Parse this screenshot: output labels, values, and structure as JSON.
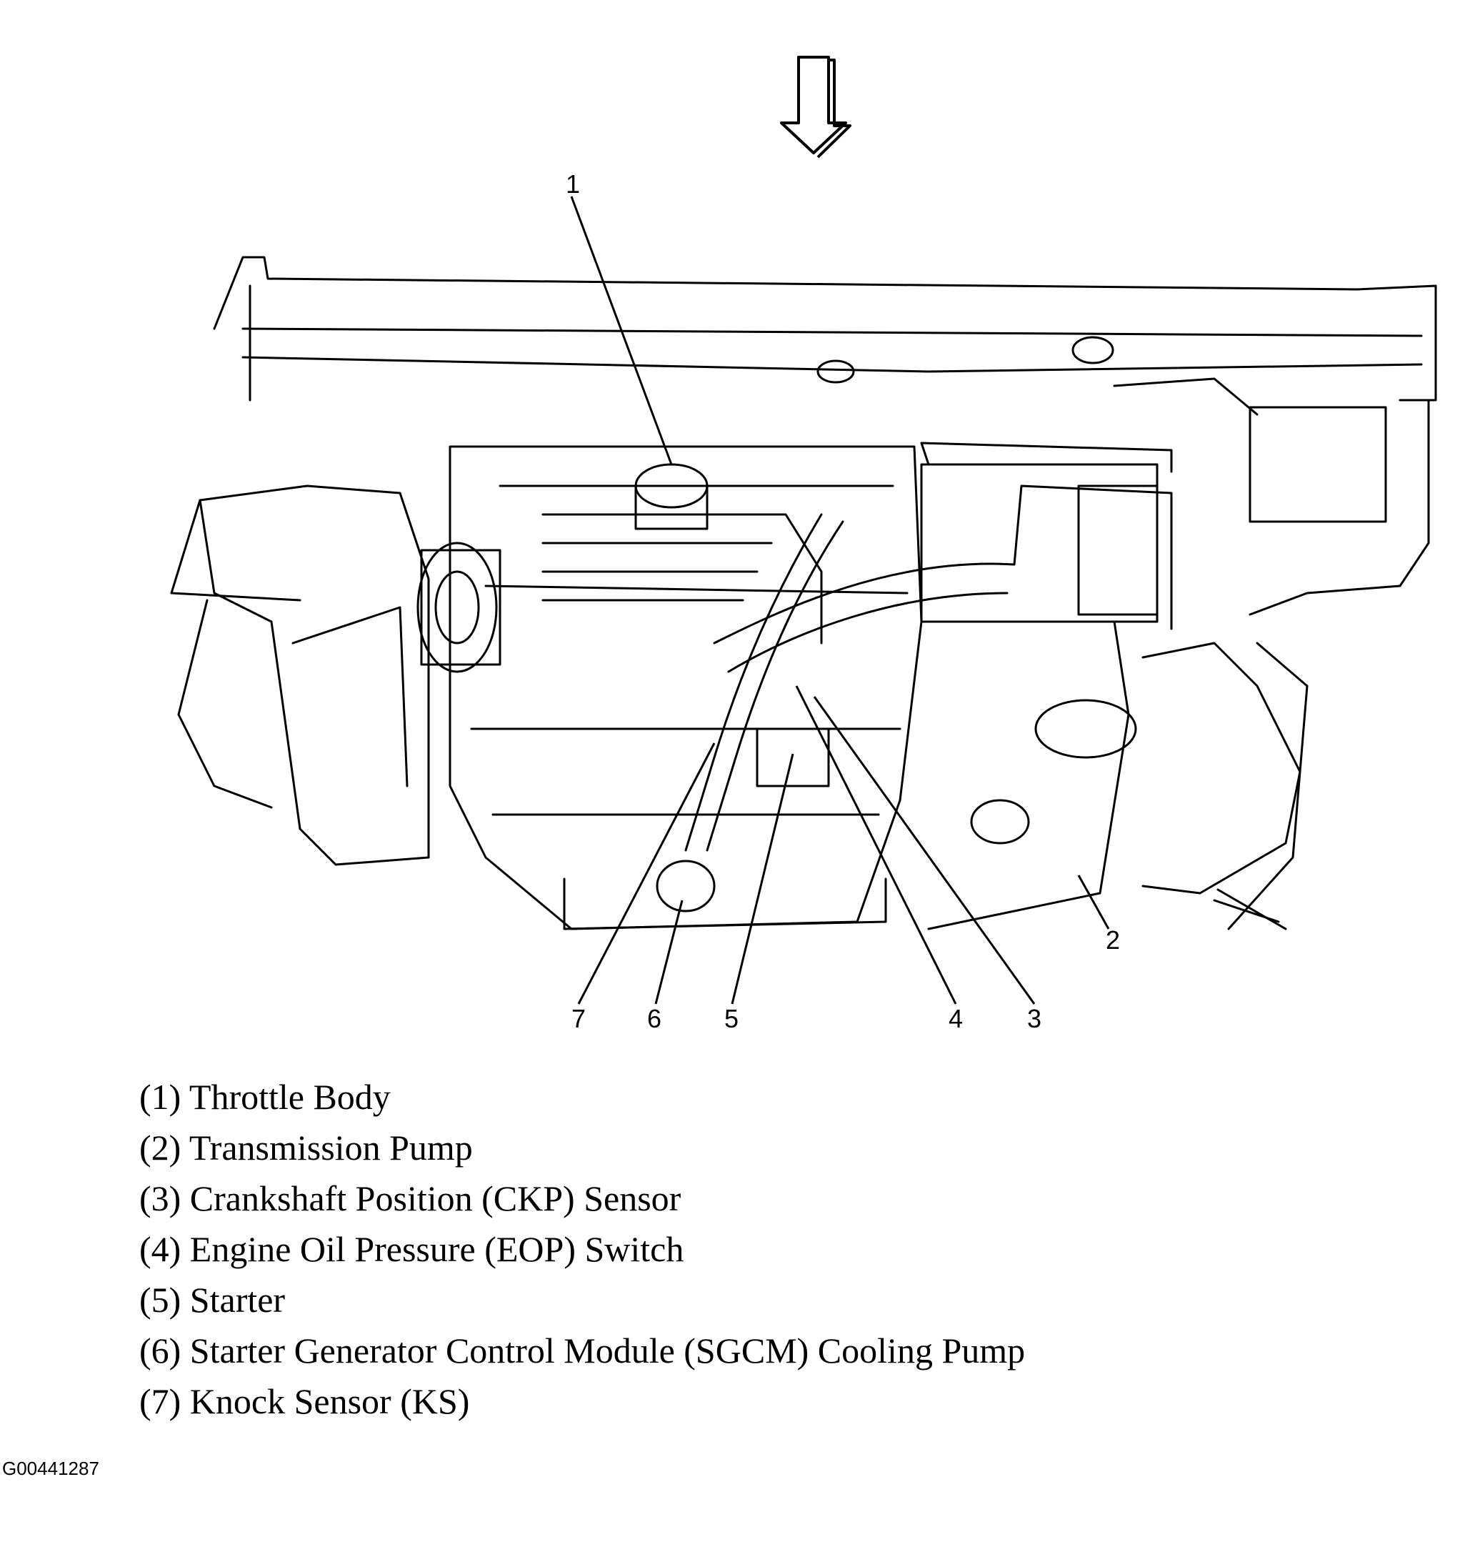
{
  "figure_id": "G00441287",
  "icons": {
    "direction_arrow": "down-arrow-icon"
  },
  "callouts": [
    {
      "number": "1",
      "label": "Throttle Body"
    },
    {
      "number": "2",
      "label": "Transmission Pump"
    },
    {
      "number": "3",
      "label": "Crankshaft Position (CKP) Sensor"
    },
    {
      "number": "4",
      "label": "Engine Oil Pressure (EOP) Switch"
    },
    {
      "number": "5",
      "label": "Starter"
    },
    {
      "number": "6",
      "label": "Starter Generator Control Module (SGCM) Cooling Pump"
    },
    {
      "number": "7",
      "label": "Knock Sensor (KS)"
    }
  ],
  "legend": [
    "(1) Throttle Body",
    "(2) Transmission Pump",
    "(3) Crankshaft Position (CKP) Sensor",
    "(4) Engine Oil Pressure (EOP) Switch",
    "(5) Starter",
    "(6) Starter Generator Control Module (SGCM) Cooling Pump",
    "(7) Knock Sensor (KS)"
  ]
}
